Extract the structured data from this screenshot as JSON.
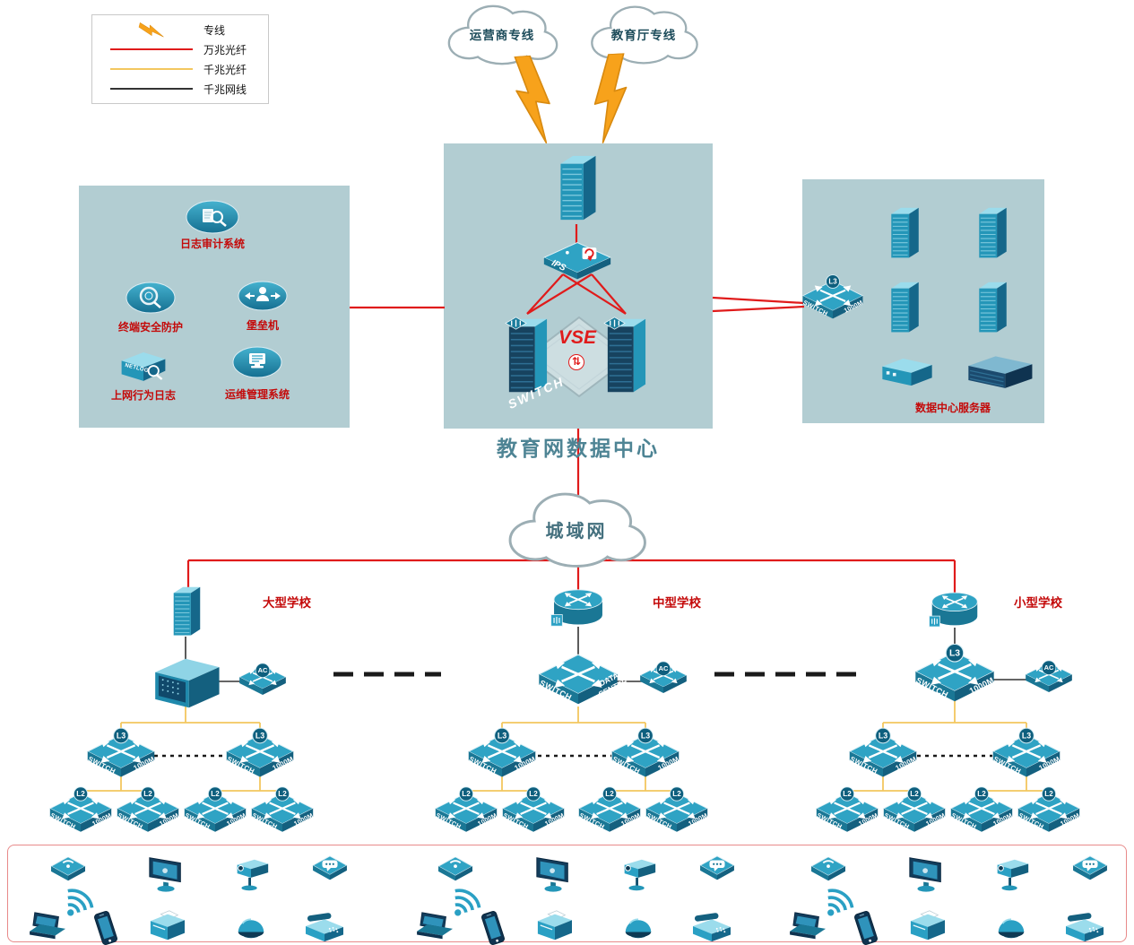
{
  "legend": {
    "items": [
      {
        "label": "专线",
        "type": "lightning"
      },
      {
        "label": "万兆光纤",
        "type": "line",
        "color": "#e01b1b"
      },
      {
        "label": "千兆光纤",
        "type": "line",
        "color": "#f3c75f"
      },
      {
        "label": "千兆网线",
        "type": "line",
        "color": "#333333"
      }
    ]
  },
  "clouds": {
    "carrier": "运营商专线",
    "education": "教育厅专线",
    "metro": "城域网"
  },
  "datacenter": {
    "title": "教育网数据中心",
    "vse_label": "VSE",
    "ips_label": "IPS",
    "switch_watermark": "SWITCH"
  },
  "security_zone": {
    "log_audit": "日志审计系统",
    "terminal_security": "终端安全防护",
    "bastion": "堡垒机",
    "netlog_badge": "NETLOG",
    "behavior_log": "上网行为日志",
    "ops_mgmt": "运维管理系统"
  },
  "server_zone": {
    "title": "数据中心服务器"
  },
  "labels": {
    "switch": "SWITCH",
    "speed": "1000M",
    "l3": "L3",
    "l2": "L2",
    "ac": "AC",
    "data": "DATA",
    "center": "CENTER"
  },
  "icons": {
    "vse_sync": "⇅"
  },
  "schools": [
    {
      "name": "大型学校"
    },
    {
      "name": "中型学校"
    },
    {
      "name": "小型学校"
    }
  ],
  "colors": {
    "fiber_10g": "#e01b1b",
    "fiber_1g": "#f3c75f",
    "cable_1g": "#333333",
    "zone_bg": "#b2cdd2",
    "device_teal": "#2aa0c4"
  }
}
